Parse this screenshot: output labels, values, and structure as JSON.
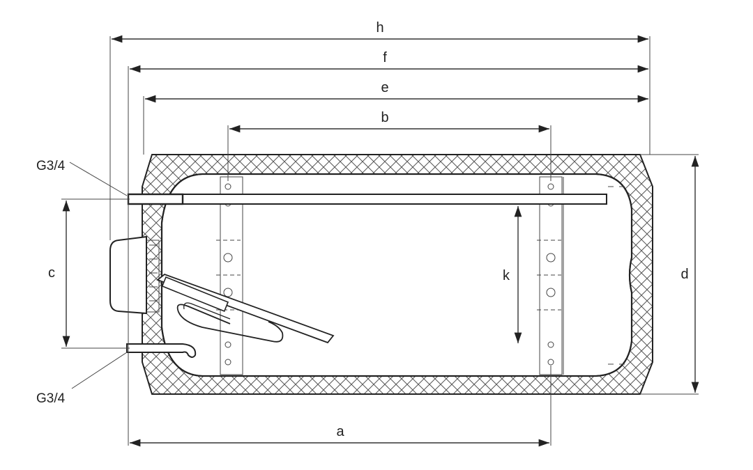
{
  "dimensions": {
    "h": "h",
    "f": "f",
    "e": "e",
    "b": "b",
    "a": "a",
    "c": "c",
    "d": "d",
    "k": "k"
  },
  "connections": {
    "top": "G3/4",
    "bottom": "G3/4"
  },
  "colors": {
    "line": "#333333",
    "insulation_hatch": "#555555",
    "background": "#ffffff"
  }
}
